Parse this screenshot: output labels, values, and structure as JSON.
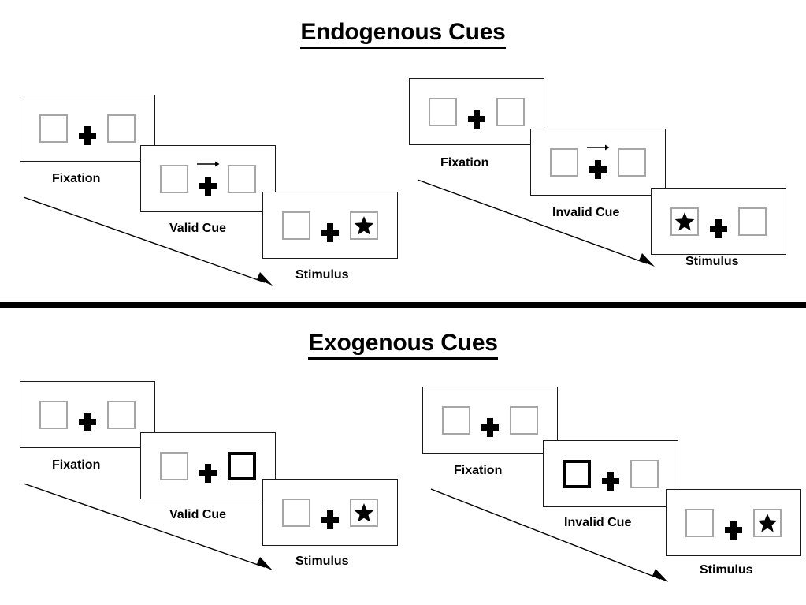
{
  "figure": {
    "title_top": "Endogenous Cues",
    "title_bottom": "Exogenous Cues"
  },
  "sections": [
    {
      "id": "endogenous",
      "title": "Endogenous Cues",
      "columns": [
        {
          "id": "endogenous-valid",
          "panels": [
            {
              "id": "endogenous-valid-fixation",
              "label": "Fixation",
              "left_box": "empty",
              "right_box": "empty",
              "cue": "none",
              "arrow": "none",
              "star": "none"
            },
            {
              "id": "endogenous-valid-cue",
              "label": "Valid Cue",
              "left_box": "empty",
              "right_box": "empty",
              "cue": "arrow",
              "arrow": "right-arrow-icon",
              "star": "none"
            },
            {
              "id": "endogenous-valid-stimulus",
              "label": "Stimulus",
              "left_box": "empty",
              "right_box": "star",
              "cue": "none",
              "arrow": "none",
              "star": "right"
            }
          ]
        },
        {
          "id": "endogenous-invalid",
          "panels": [
            {
              "id": "endogenous-invalid-fixation",
              "label": "Fixation",
              "left_box": "empty",
              "right_box": "empty",
              "cue": "none",
              "arrow": "none",
              "star": "none"
            },
            {
              "id": "endogenous-invalid-cue",
              "label": "Invalid Cue",
              "left_box": "empty",
              "right_box": "empty",
              "cue": "arrow",
              "arrow": "right-arrow-icon",
              "star": "none"
            },
            {
              "id": "endogenous-invalid-stimulus",
              "label": "Stimulus",
              "left_box": "star",
              "right_box": "empty",
              "cue": "none",
              "arrow": "none",
              "star": "left"
            }
          ]
        }
      ]
    },
    {
      "id": "exogenous",
      "title": "Exogenous Cues",
      "columns": [
        {
          "id": "exogenous-valid",
          "panels": [
            {
              "id": "exogenous-valid-fixation",
              "label": "Fixation",
              "left_box": "empty",
              "right_box": "empty",
              "cue": "none",
              "arrow": "none",
              "star": "none"
            },
            {
              "id": "exogenous-valid-cue",
              "label": "Valid Cue",
              "left_box": "empty",
              "right_box": "highlighted",
              "cue": "box-flash-right",
              "arrow": "none",
              "star": "none"
            },
            {
              "id": "exogenous-valid-stimulus",
              "label": "Stimulus",
              "left_box": "empty",
              "right_box": "star",
              "cue": "none",
              "arrow": "none",
              "star": "right"
            }
          ]
        },
        {
          "id": "exogenous-invalid",
          "panels": [
            {
              "id": "exogenous-invalid-fixation",
              "label": "Fixation",
              "left_box": "empty",
              "right_box": "empty",
              "cue": "none",
              "arrow": "none",
              "star": "none"
            },
            {
              "id": "exogenous-invalid-cue",
              "label": "Invalid Cue",
              "left_box": "highlighted",
              "right_box": "empty",
              "cue": "box-flash-left",
              "arrow": "none",
              "star": "none"
            },
            {
              "id": "exogenous-invalid-stimulus",
              "label": "Stimulus",
              "left_box": "empty",
              "right_box": "star",
              "cue": "none",
              "arrow": "none",
              "star": "right"
            }
          ]
        }
      ]
    }
  ],
  "labels": {
    "endo_valid_fixation": "Fixation",
    "endo_valid_cue": "Valid Cue",
    "endo_valid_stimulus": "Stimulus",
    "endo_invalid_fixation": "Fixation",
    "endo_invalid_cue": "Invalid Cue",
    "endo_invalid_stimulus": "Stimulus",
    "exo_valid_fixation": "Fixation",
    "exo_valid_cue": "Valid Cue",
    "exo_valid_stimulus": "Stimulus",
    "exo_invalid_fixation": "Fixation",
    "exo_invalid_cue": "Invalid Cue",
    "exo_invalid_stimulus": "Stimulus"
  },
  "colors": {
    "frame_border": "#1a1a1a",
    "box_border": "#a6a6a6",
    "cued_box_border": "#000000",
    "fixation_cross": "#000000",
    "star_fill": "#000000",
    "divider": "#000000",
    "background": "#ffffff"
  }
}
